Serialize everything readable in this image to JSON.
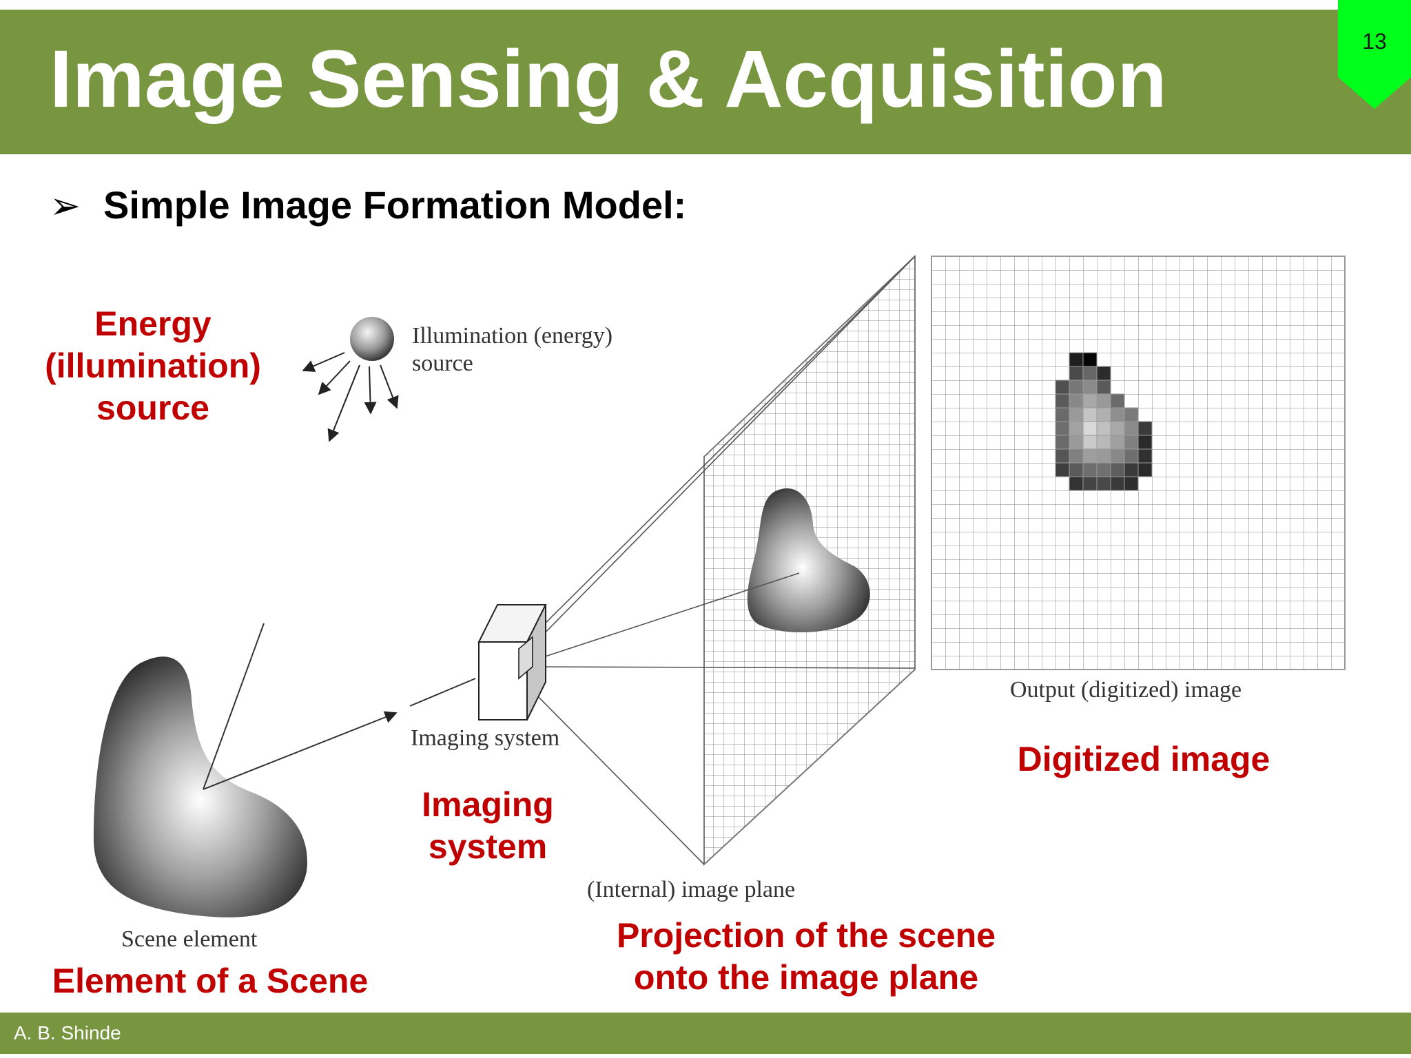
{
  "slide": {
    "title": "Image Sensing & Acquisition",
    "page_number": "13",
    "heading": "Simple Image Formation Model:",
    "bullet_glyph": "➢",
    "footer": "A. B. Shinde"
  },
  "diagram_labels": {
    "illumination_source": [
      "Illumination (energy)",
      "source"
    ],
    "imaging_system": "Imaging system",
    "internal_image_plane": "(Internal) image plane",
    "output_image": "Output (digitized) image",
    "scene_element": "Scene element"
  },
  "annotations": {
    "energy_source": [
      "Energy",
      "(illumination)",
      "source"
    ],
    "imaging_system": [
      "Imaging",
      "system"
    ],
    "digitized_image": "Digitized image",
    "projection": [
      "Projection of the scene",
      "onto the image plane"
    ],
    "element_of_scene": "Element of a Scene"
  },
  "colors": {
    "title_bar": "#789540",
    "page_badge": "#00ff1a",
    "annotation_red": "#c00000",
    "title_text": "#ffffff"
  },
  "icons": [
    "light-bulb-sphere-icon",
    "camera-box-icon"
  ]
}
